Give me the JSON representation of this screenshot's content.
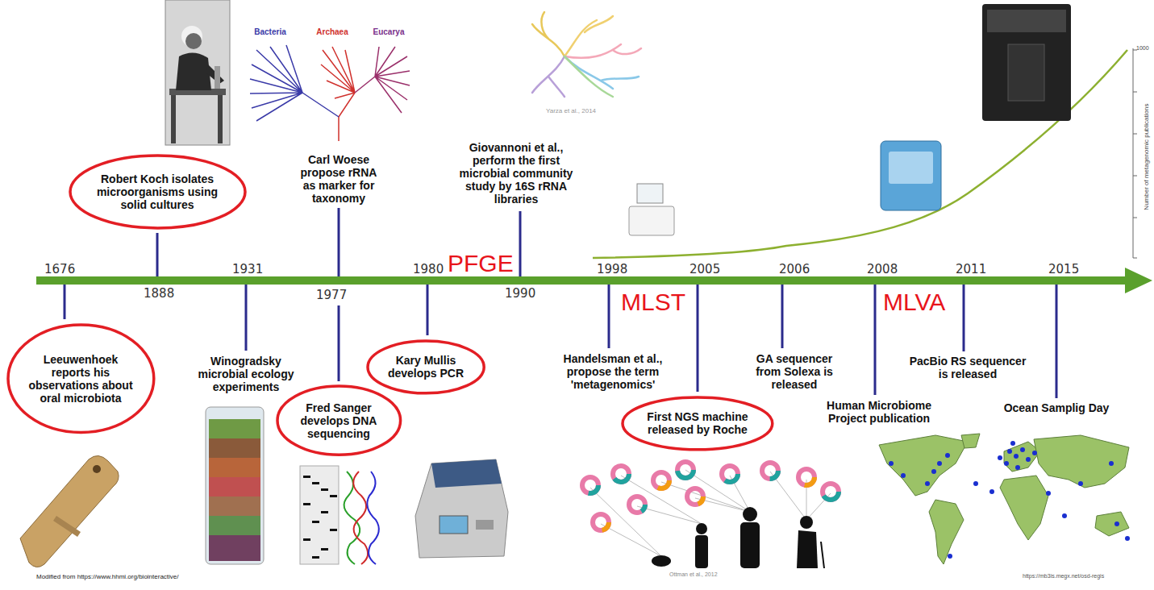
{
  "diagram": {
    "nodes": [
      {
        "text": [
          "Leeuwenhoek reports his observations about oral microbiota"
        ]
      },
      {
        "text": [
          "Robert Koch isolates microorganisms using solid cultures"
        ]
      },
      {
        "text": [
          "Fred Sanger develops DNA sequencing"
        ]
      },
      {
        "text": [
          "Kary Mullis develops PCR"
        ]
      },
      {
        "text": [
          "First NGS machine released by Roche"
        ]
      }
    ],
    "labels": [
      "Bacteria",
      "Archaea",
      "Eucarya",
      "Carl Woese propose rRNA as marker for taxonomy",
      "Yarza et al., 2014",
      "Giovannoni et al., perform the first microbial community study by 16S rRNA libraries",
      "1000",
      "Number of metagenomic publications",
      "1676",
      "1888",
      "1931",
      "1977",
      "1980",
      "PFGE",
      "1990",
      "1998",
      "2005",
      "2006",
      "2008",
      "2011",
      "2015",
      "MLST",
      "MLVA",
      "Winogradsky microbial ecology experiments",
      "Handelsman et al., propose the term 'metagenomics'",
      "GA sequencer from Solexa is released",
      "PacBio RS sequencer is released",
      "Human Microbiome Project publication",
      "Ocean Samplig Day",
      "Modified from https://www.hhmi.org/biointeractive/",
      "Ottman et al., 2012",
      "https://mb3is.megx.net/osd-regis"
    ]
  }
}
